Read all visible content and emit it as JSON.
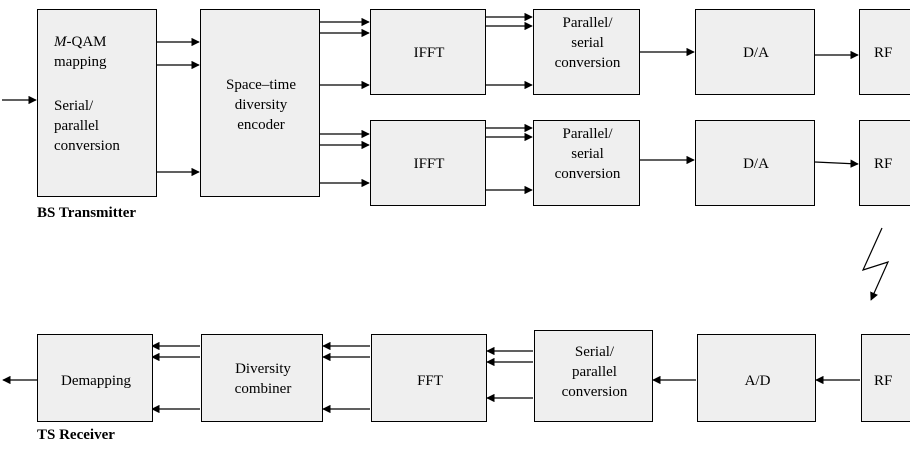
{
  "transmitter": {
    "caption": "BS Transmitter",
    "qam_mapping": [
      "M-QAM",
      "mapping"
    ],
    "serial_parallel": [
      "Serial/",
      "parallel",
      "conversion"
    ],
    "encoder": [
      "Space–time",
      "diversity",
      "encoder"
    ],
    "ifft_1": "IFFT",
    "ifft_2": "IFFT",
    "parallel_serial_1": [
      "Parallel/",
      "serial",
      "conversion"
    ],
    "parallel_serial_2": [
      "Parallel/",
      "serial",
      "conversion"
    ],
    "da_1": "D/A",
    "da_2": "D/A",
    "rf_1": "RF",
    "rf_2": "RF"
  },
  "receiver": {
    "caption": "TS Receiver",
    "demapping": "Demapping",
    "combiner": [
      "Diversity",
      "combiner"
    ],
    "fft": "FFT",
    "serial_parallel": [
      "Serial/",
      "parallel",
      "conversion"
    ],
    "ad": "A/D",
    "rf": "RF"
  }
}
